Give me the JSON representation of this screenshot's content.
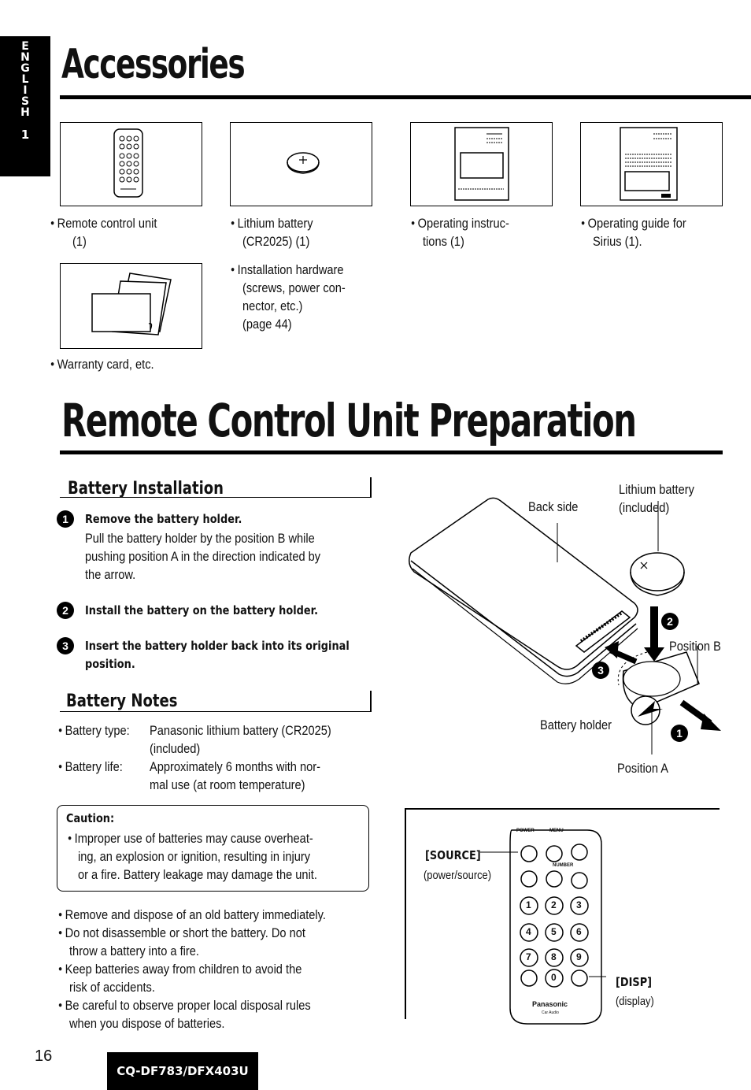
{
  "side_tab": {
    "letters": [
      "E",
      "N",
      "G",
      "L",
      "I",
      "S",
      "H"
    ],
    "number": "1"
  },
  "accessories": {
    "title": "Accessories",
    "items": [
      {
        "lines": [
          "Remote control unit",
          "(1)"
        ]
      },
      {
        "lines": [
          "Lithium battery",
          "(CR2025) (1)"
        ]
      },
      {
        "lines": [
          "Operating instruc-",
          "tions (1)"
        ]
      },
      {
        "lines": [
          "Operating guide for",
          "Sirius (1)."
        ]
      },
      {
        "lines": [
          "Installation hardware",
          "(screws, power con-",
          "nector, etc.)",
          "(page 44)"
        ]
      },
      {
        "lines": [
          "Warranty card, etc."
        ]
      }
    ]
  },
  "rcu": {
    "title": "Remote Control Unit Preparation",
    "battery_installation": {
      "heading": "Battery Installation",
      "steps": [
        {
          "number": "1",
          "title": "Remove the battery holder.",
          "body": [
            "Pull the battery holder by the position B while",
            "pushing position A in the direction indicated by",
            "the arrow."
          ]
        },
        {
          "number": "2",
          "title": "Install the battery on the battery holder.",
          "body": []
        },
        {
          "number": "3",
          "title": "Insert the battery holder back into its original",
          "title2": "position.",
          "body": []
        }
      ]
    },
    "battery_notes": {
      "heading": "Battery Notes",
      "type_label": "Battery type:",
      "type_value": [
        "Panasonic lithium battery (CR2025)",
        "(included)"
      ],
      "life_label": "Battery life:",
      "life_value": [
        "Approximately 6 months with nor-",
        "mal use (at room temperature)"
      ]
    },
    "caution": {
      "title": "Caution:",
      "lines": [
        "Improper use of batteries may cause overheat-",
        "ing, an explosion or ignition, resulting in injury",
        "or a fire. Battery leakage may damage the unit."
      ]
    },
    "bullets": [
      [
        "Remove and dispose of an old battery immediately."
      ],
      [
        "Do not disassemble or short the battery. Do not",
        "throw a battery into a fire."
      ],
      [
        "Keep batteries away from children to avoid the",
        "risk of accidents."
      ],
      [
        "Be careful to observe proper local disposal rules",
        "when you dispose of batteries."
      ]
    ],
    "diagram": {
      "back_side": "Back side",
      "lithium_battery": [
        "Lithium battery",
        "(included)"
      ],
      "position_b": "Position B",
      "battery_holder": "Battery holder",
      "position_a": "Position A",
      "marker_1": "1",
      "marker_2": "2",
      "marker_3": "3"
    },
    "remote": {
      "source_label": "[SOURCE]",
      "source_sub": "(power/source)",
      "disp_label": "[DISP]",
      "disp_sub": "(display)",
      "brand": "Panasonic",
      "brand_sub": "Car Audio",
      "keys_top": [
        "POWER",
        "MENU"
      ],
      "key_number": "NUMBER",
      "numbers": [
        "1",
        "2",
        "3",
        "4",
        "5",
        "6",
        "7",
        "8",
        "9",
        "0"
      ]
    }
  },
  "footer": {
    "page": "16",
    "model": "CQ-DF783/DFX403U"
  }
}
